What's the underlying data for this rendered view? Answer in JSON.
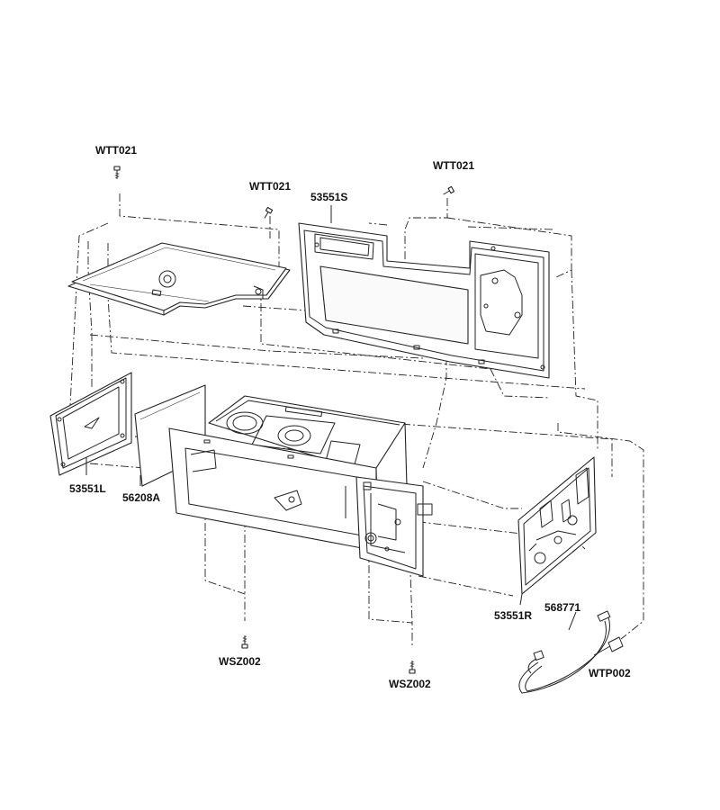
{
  "labels": {
    "wtt021_a": "WTT021",
    "wtt021_b": "WTT021",
    "wtt021_c": "WTT021",
    "p53551S": "53551S",
    "p53551L": "53551L",
    "p56208A": "56208A",
    "p53551R": "53551R",
    "p568771": "568771",
    "wtp002": "WTP002",
    "wsz002_a": "WSZ002",
    "wsz002_b": "WSZ002"
  },
  "colors": {
    "line": "#222222",
    "background": "#ffffff"
  }
}
